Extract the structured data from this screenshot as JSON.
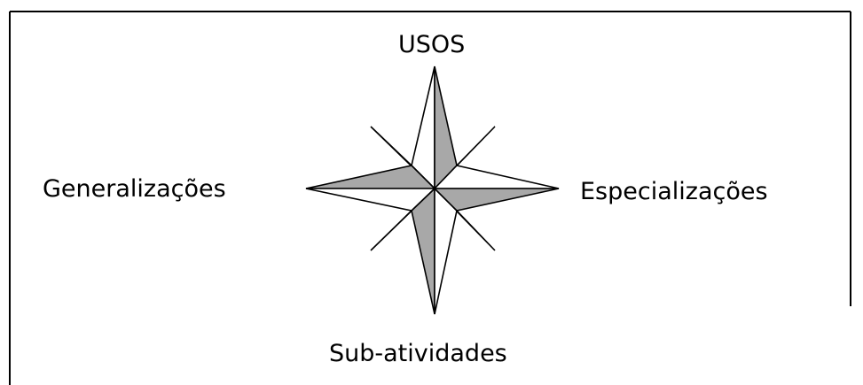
{
  "diagram": {
    "type": "compass-rose",
    "labels": {
      "top": "USOS",
      "left": "Generalizações",
      "right": "Especializações",
      "bottom": "Sub-atividades"
    },
    "colors": {
      "fill_light": "#ffffff",
      "fill_dark": "#a8a8a8",
      "stroke": "#000000",
      "border": "#000000"
    }
  }
}
